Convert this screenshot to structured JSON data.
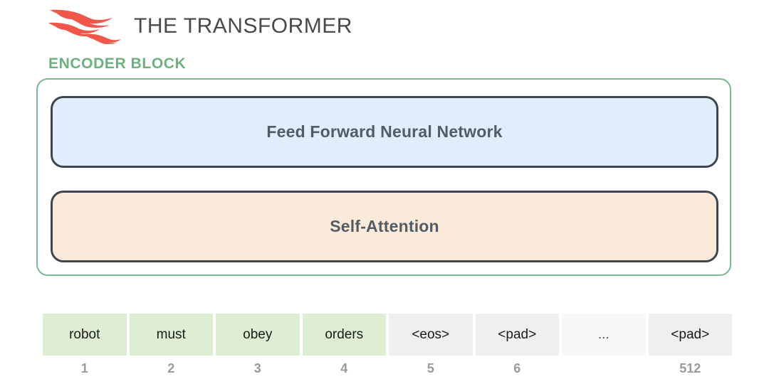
{
  "header": {
    "logo_icon": "flame-logo-icon",
    "title": "THE TRANSFORMER",
    "title_color": "#4a4a4a",
    "logo_color": "#f0564a"
  },
  "encoder": {
    "label": "ENCODER BLOCK",
    "label_color": "#6fb07f",
    "border_color": "#7cb993",
    "layers": [
      {
        "name": "feed-forward-neural-network",
        "label": "Feed Forward Neural Network",
        "fill": "#e0edfa",
        "border": "#3e4651"
      },
      {
        "name": "self-attention",
        "label": "Self-Attention",
        "fill": "#fbeada",
        "border": "#3e4651"
      }
    ]
  },
  "tokens": {
    "cells": [
      {
        "text": "robot",
        "index": "1",
        "style": "green"
      },
      {
        "text": "must",
        "index": "2",
        "style": "green"
      },
      {
        "text": "obey",
        "index": "3",
        "style": "green"
      },
      {
        "text": "orders",
        "index": "4",
        "style": "green"
      },
      {
        "text": "<eos>",
        "index": "5",
        "style": "grey"
      },
      {
        "text": "<pad>",
        "index": "6",
        "style": "grey"
      },
      {
        "text": "...",
        "index": "",
        "style": "lightgrey"
      },
      {
        "text": "<pad>",
        "index": "512",
        "style": "grey"
      }
    ],
    "green_fill": "#ddeed3",
    "grey_fill": "#efefef",
    "index_color": "#9a9a9a"
  }
}
